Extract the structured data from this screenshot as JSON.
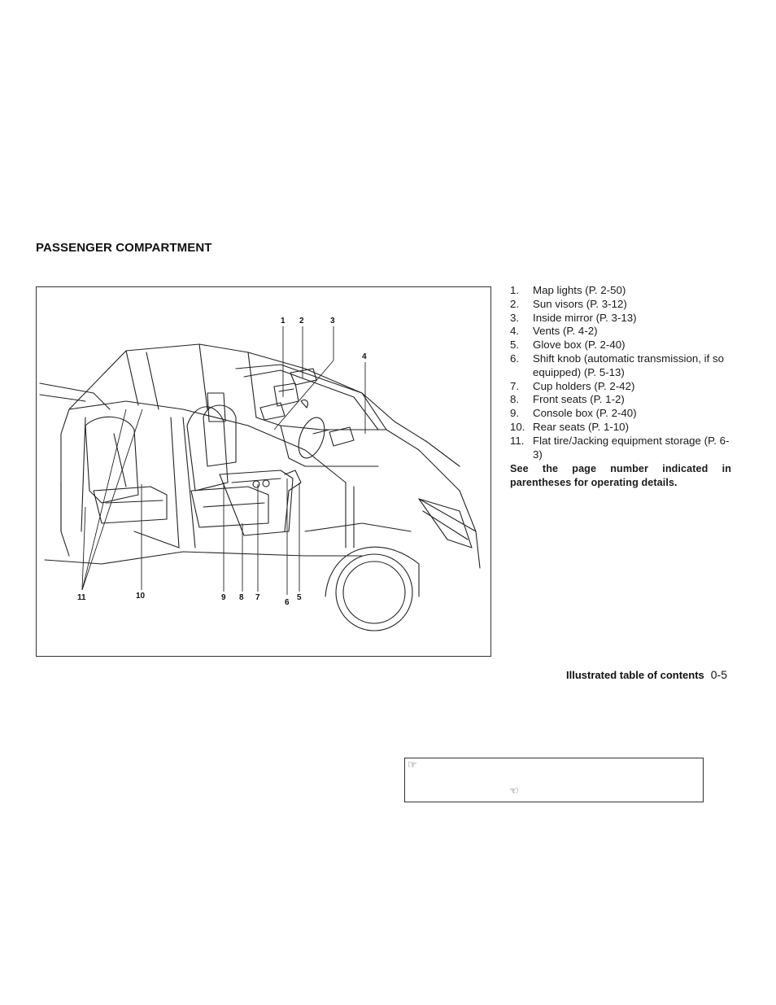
{
  "section_title": "PASSENGER COMPARTMENT",
  "legend_items": [
    {
      "num": "1.",
      "text": "Map lights (P. 2-50)"
    },
    {
      "num": "2.",
      "text": "Sun visors (P. 3-12)"
    },
    {
      "num": "3.",
      "text": "Inside mirror (P. 3-13)"
    },
    {
      "num": "4.",
      "text": "Vents (P. 4-2)"
    },
    {
      "num": "5.",
      "text": "Glove box (P. 2-40)"
    },
    {
      "num": "6.",
      "text": "Shift knob (automatic transmission, if so equipped) (P. 5-13)"
    },
    {
      "num": "7.",
      "text": "Cup holders (P. 2-42)"
    },
    {
      "num": "8.",
      "text": "Front seats (P. 1-2)"
    },
    {
      "num": "9.",
      "text": "Console box (P. 2-40)"
    },
    {
      "num": "10.",
      "text": "Rear seats (P. 1-10)"
    },
    {
      "num": "11.",
      "text": "Flat tire/Jacking equipment storage (P. 6-3)"
    }
  ],
  "note": "See the page number indicated in parentheses for operating details.",
  "callouts": {
    "c1": "1",
    "c2": "2",
    "c3": "3",
    "c4": "4",
    "c5": "5",
    "c6": "6",
    "c7": "7",
    "c8": "8",
    "c9": "9",
    "c10": "10",
    "c11": "11"
  },
  "footer": {
    "title": "Illustrated table of contents",
    "page": "0-5"
  },
  "icons": {
    "pointing_hand_right": "☞",
    "pointing_hand_left": "☜"
  }
}
